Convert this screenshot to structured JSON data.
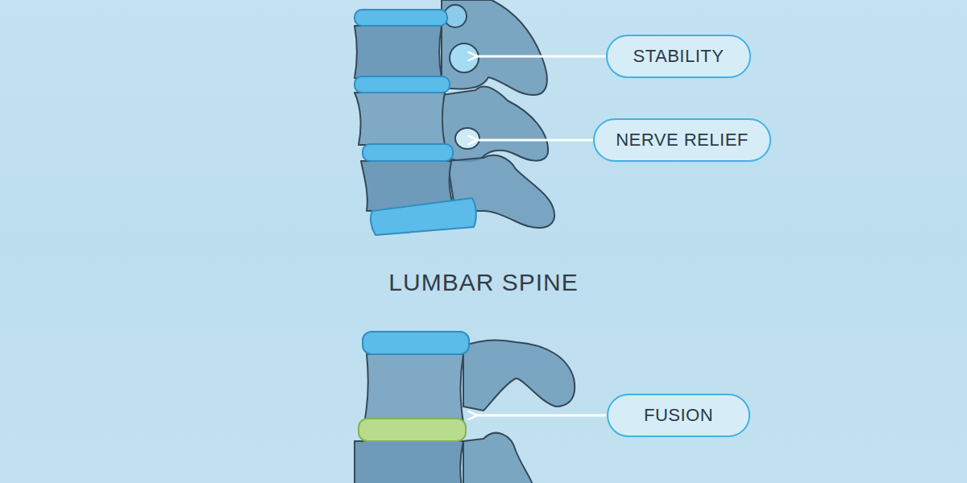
{
  "diagram": {
    "title": "LUMBAR SPINE",
    "nodes": [
      {
        "text": [
          "STABILITY"
        ]
      },
      {
        "text": [
          "NERVE RELIEF"
        ]
      },
      {
        "text": [
          "FUSION"
        ]
      }
    ]
  }
}
